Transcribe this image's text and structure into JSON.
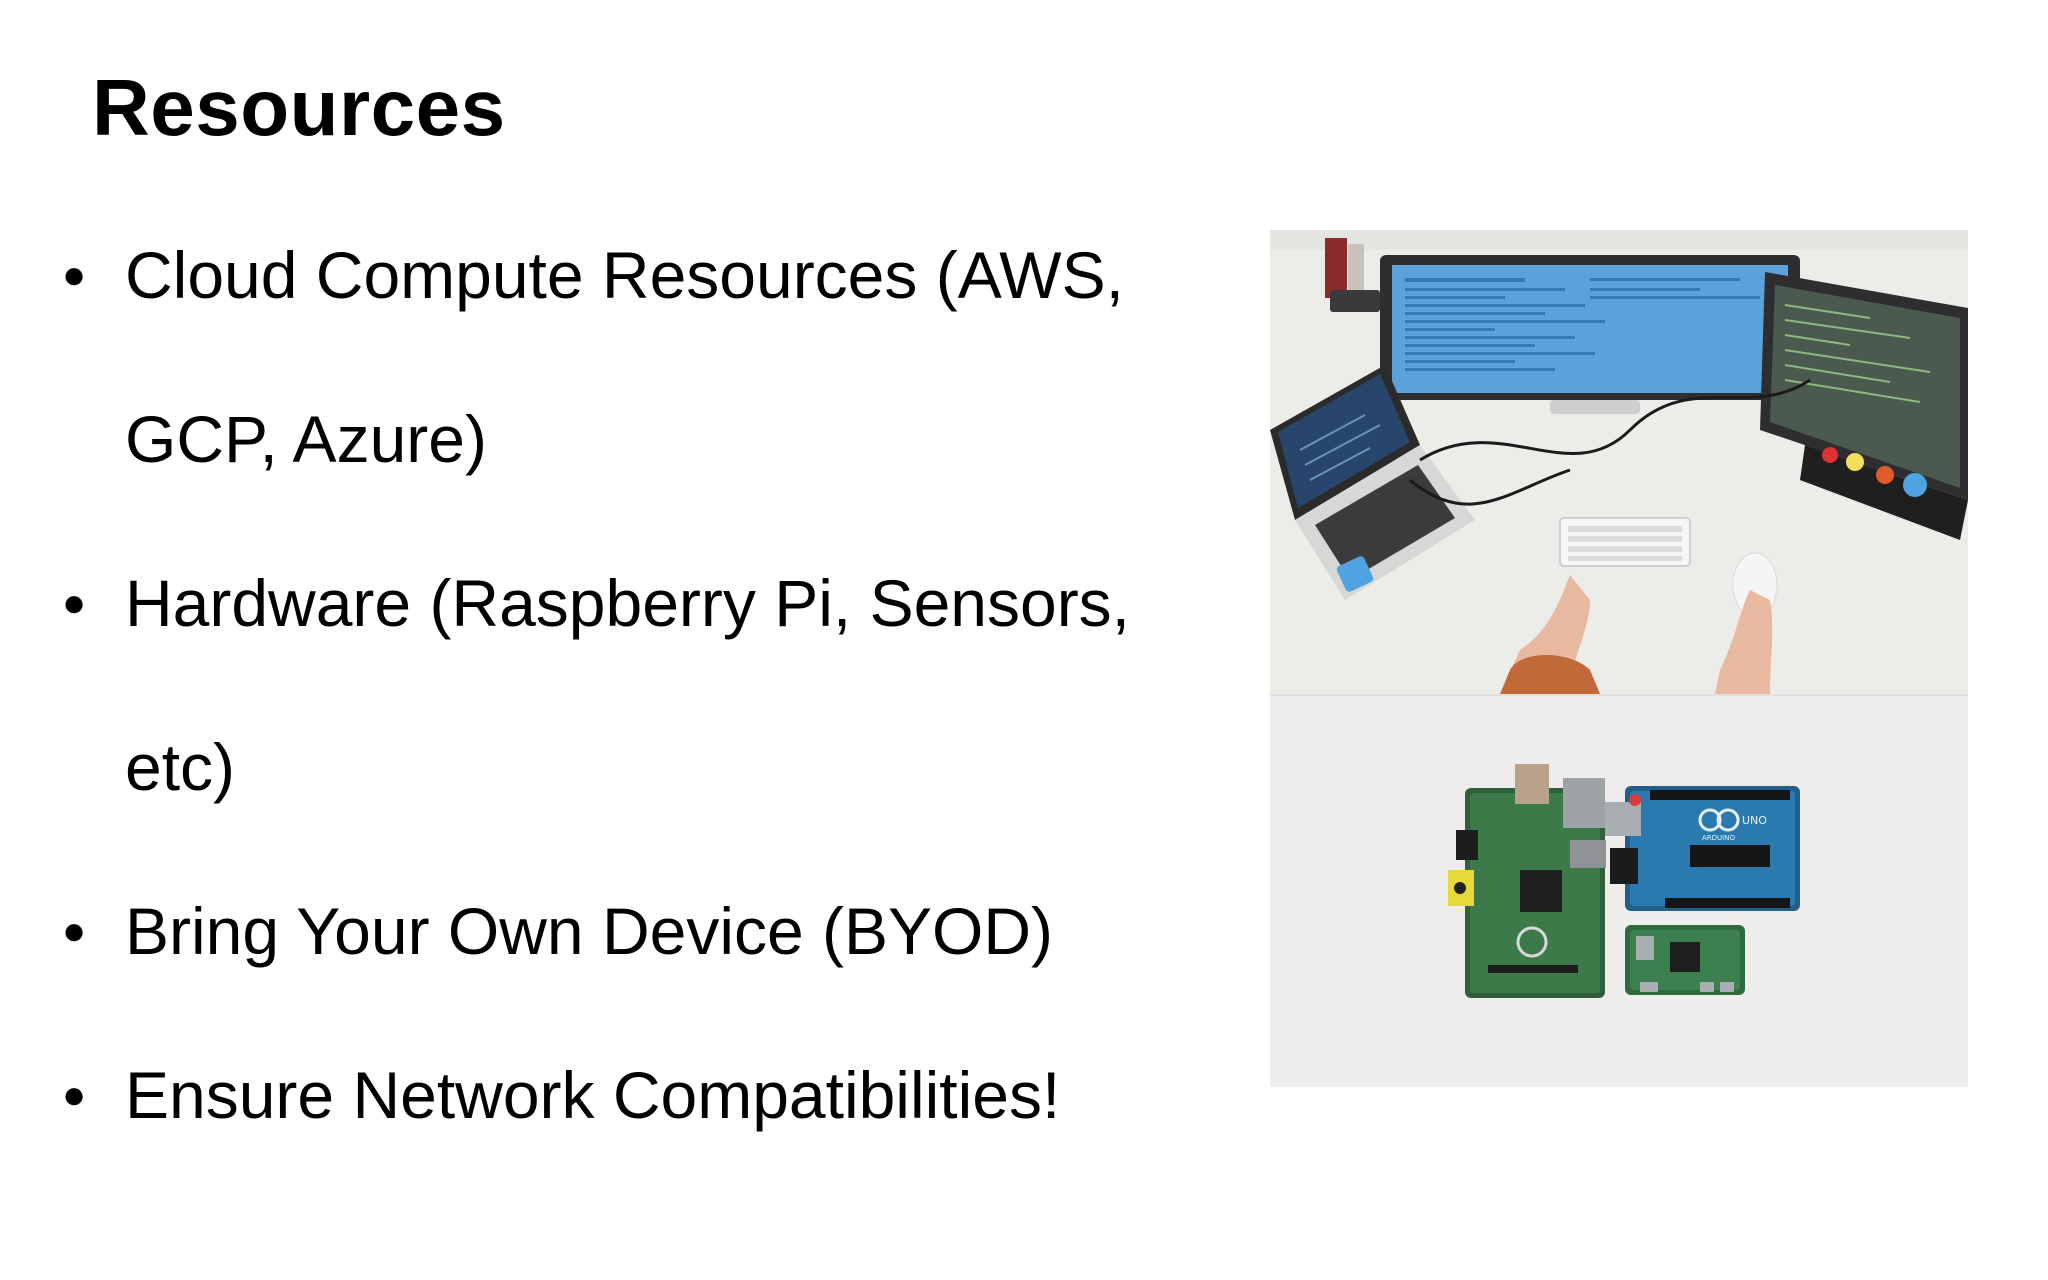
{
  "slide": {
    "title": "Resources",
    "bullets": [
      {
        "marker": "●",
        "text": "Cloud Compute Resources (AWS, GCP, Azure)"
      },
      {
        "marker": "●",
        "text": "Hardware (Raspberry Pi, Sensors, etc)"
      },
      {
        "marker": "●",
        "text": "Bring Your Own Device (BYOD)"
      },
      {
        "marker": "●",
        "text": "Ensure Network Compatibilities!"
      }
    ],
    "photos": {
      "top_icon": "desk-workstation-photo",
      "bottom_icon": "dev-boards-photo",
      "board_label": "UNO",
      "board_sublabel": "ARDUINO"
    },
    "colors": {
      "background": "#ffffff",
      "text": "#000000"
    }
  }
}
